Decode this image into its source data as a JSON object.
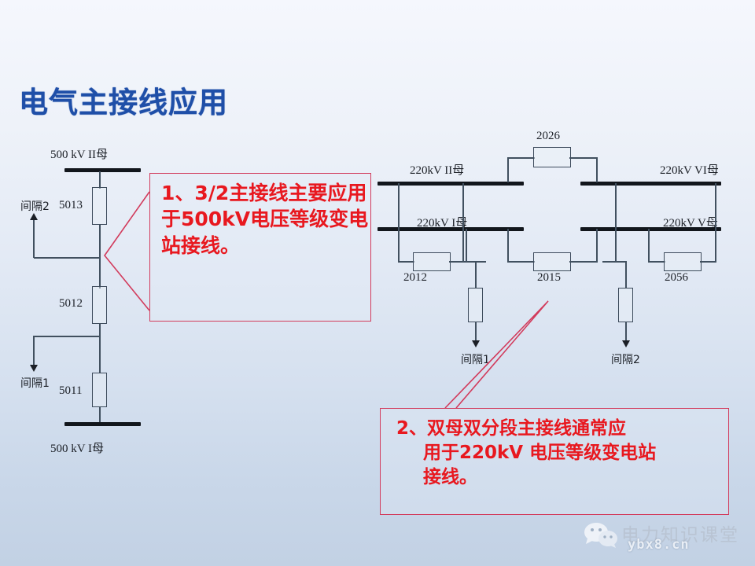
{
  "slide": {
    "title": "电气主接线应用"
  },
  "diagram_left": {
    "name": "3/2 breaker-and-a-half main connection",
    "bus_top_label": "500 kV II母",
    "bus_bottom_label": "500 kV I母",
    "breakers": [
      {
        "id": "5013",
        "label": "5013"
      },
      {
        "id": "5012",
        "label": "5012"
      },
      {
        "id": "5011",
        "label": "5011"
      }
    ],
    "bays": [
      {
        "id": "bay2",
        "label": "间隔2",
        "direction": "up"
      },
      {
        "id": "bay1",
        "label": "间隔1",
        "direction": "down"
      }
    ]
  },
  "diagram_right": {
    "name": "double-bus double-section main connection",
    "buses": [
      {
        "id": "bus2",
        "label": "220kV II母",
        "position": "upper-left"
      },
      {
        "id": "bus1",
        "label": "220kV I母",
        "position": "lower-left"
      },
      {
        "id": "bus6",
        "label": "220kV VI母",
        "position": "upper-right"
      },
      {
        "id": "bus5",
        "label": "220kV V母",
        "position": "lower-right"
      }
    ],
    "breakers": [
      {
        "id": "2026",
        "label": "2026",
        "role": "upper-bus-tie"
      },
      {
        "id": "2012",
        "label": "2012",
        "role": "left-bus-coupler"
      },
      {
        "id": "2015",
        "label": "2015",
        "role": "lower-bus-tie"
      },
      {
        "id": "2056",
        "label": "2056",
        "role": "right-bus-coupler"
      }
    ],
    "bays": [
      {
        "id": "bay1",
        "label": "间隔1",
        "direction": "down"
      },
      {
        "id": "bay2",
        "label": "间隔2",
        "direction": "down"
      }
    ]
  },
  "callouts": [
    {
      "id": "callout-1",
      "text": "1、3/2主接线主要应用于500kV电压等级变电站接线。"
    },
    {
      "id": "callout-2",
      "line1": "2、双母双分段主接线通常应",
      "line2": "用于220kV  电压等级变电站",
      "line3": "接线。"
    }
  ],
  "watermark": {
    "brand": "电力知识课堂",
    "site": "ybx8.cn"
  },
  "colors": {
    "title": "#1f4fa8",
    "callout_text": "#e8181f",
    "callout_border": "#d23b5c",
    "busbar": "#12161c",
    "wire": "#41505f"
  }
}
